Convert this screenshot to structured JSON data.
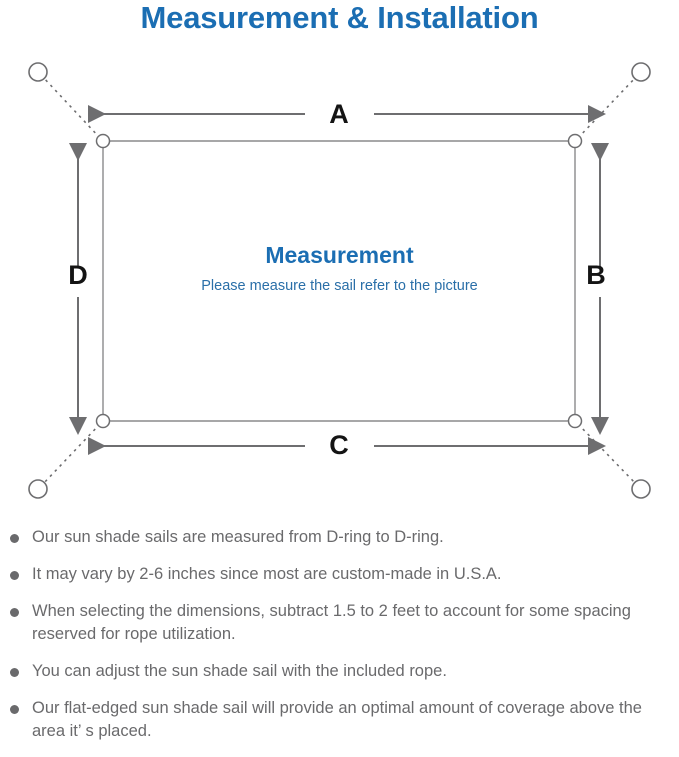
{
  "header": {
    "title": "Measurement & Installation"
  },
  "diagram": {
    "center_title": "Measurement",
    "center_subtitle": "Please measure the sail refer to the picture",
    "dimension_labels": {
      "top": "A",
      "right": "B",
      "bottom": "C",
      "left": "D"
    },
    "icons": {
      "anchor_point": "anchor-circle-icon",
      "d_ring": "d-ring-icon",
      "rope": "dotted-rope-line-icon",
      "dimension_arrow": "double-headed-arrow-icon",
      "sail": "sail-rectangle-icon"
    },
    "colors": {
      "accent_blue": "#1b6eb3",
      "subtitle_blue": "#2a6fa8",
      "line_gray": "#6e6e70",
      "label_black": "#141414",
      "text_gray": "#6a6a6c"
    }
  },
  "notes": [
    "Our sun shade sails are measured from D-ring to D-ring.",
    "It may vary by 2-6 inches since most are custom-made in U.S.A.",
    "When selecting the dimensions, subtract 1.5 to 2 feet to account for some spacing reserved for rope utilization.",
    "You can adjust the sun shade sail with the included rope.",
    "Our flat-edged sun shade sail will provide an optimal amount of coverage above the area it’ s placed."
  ]
}
